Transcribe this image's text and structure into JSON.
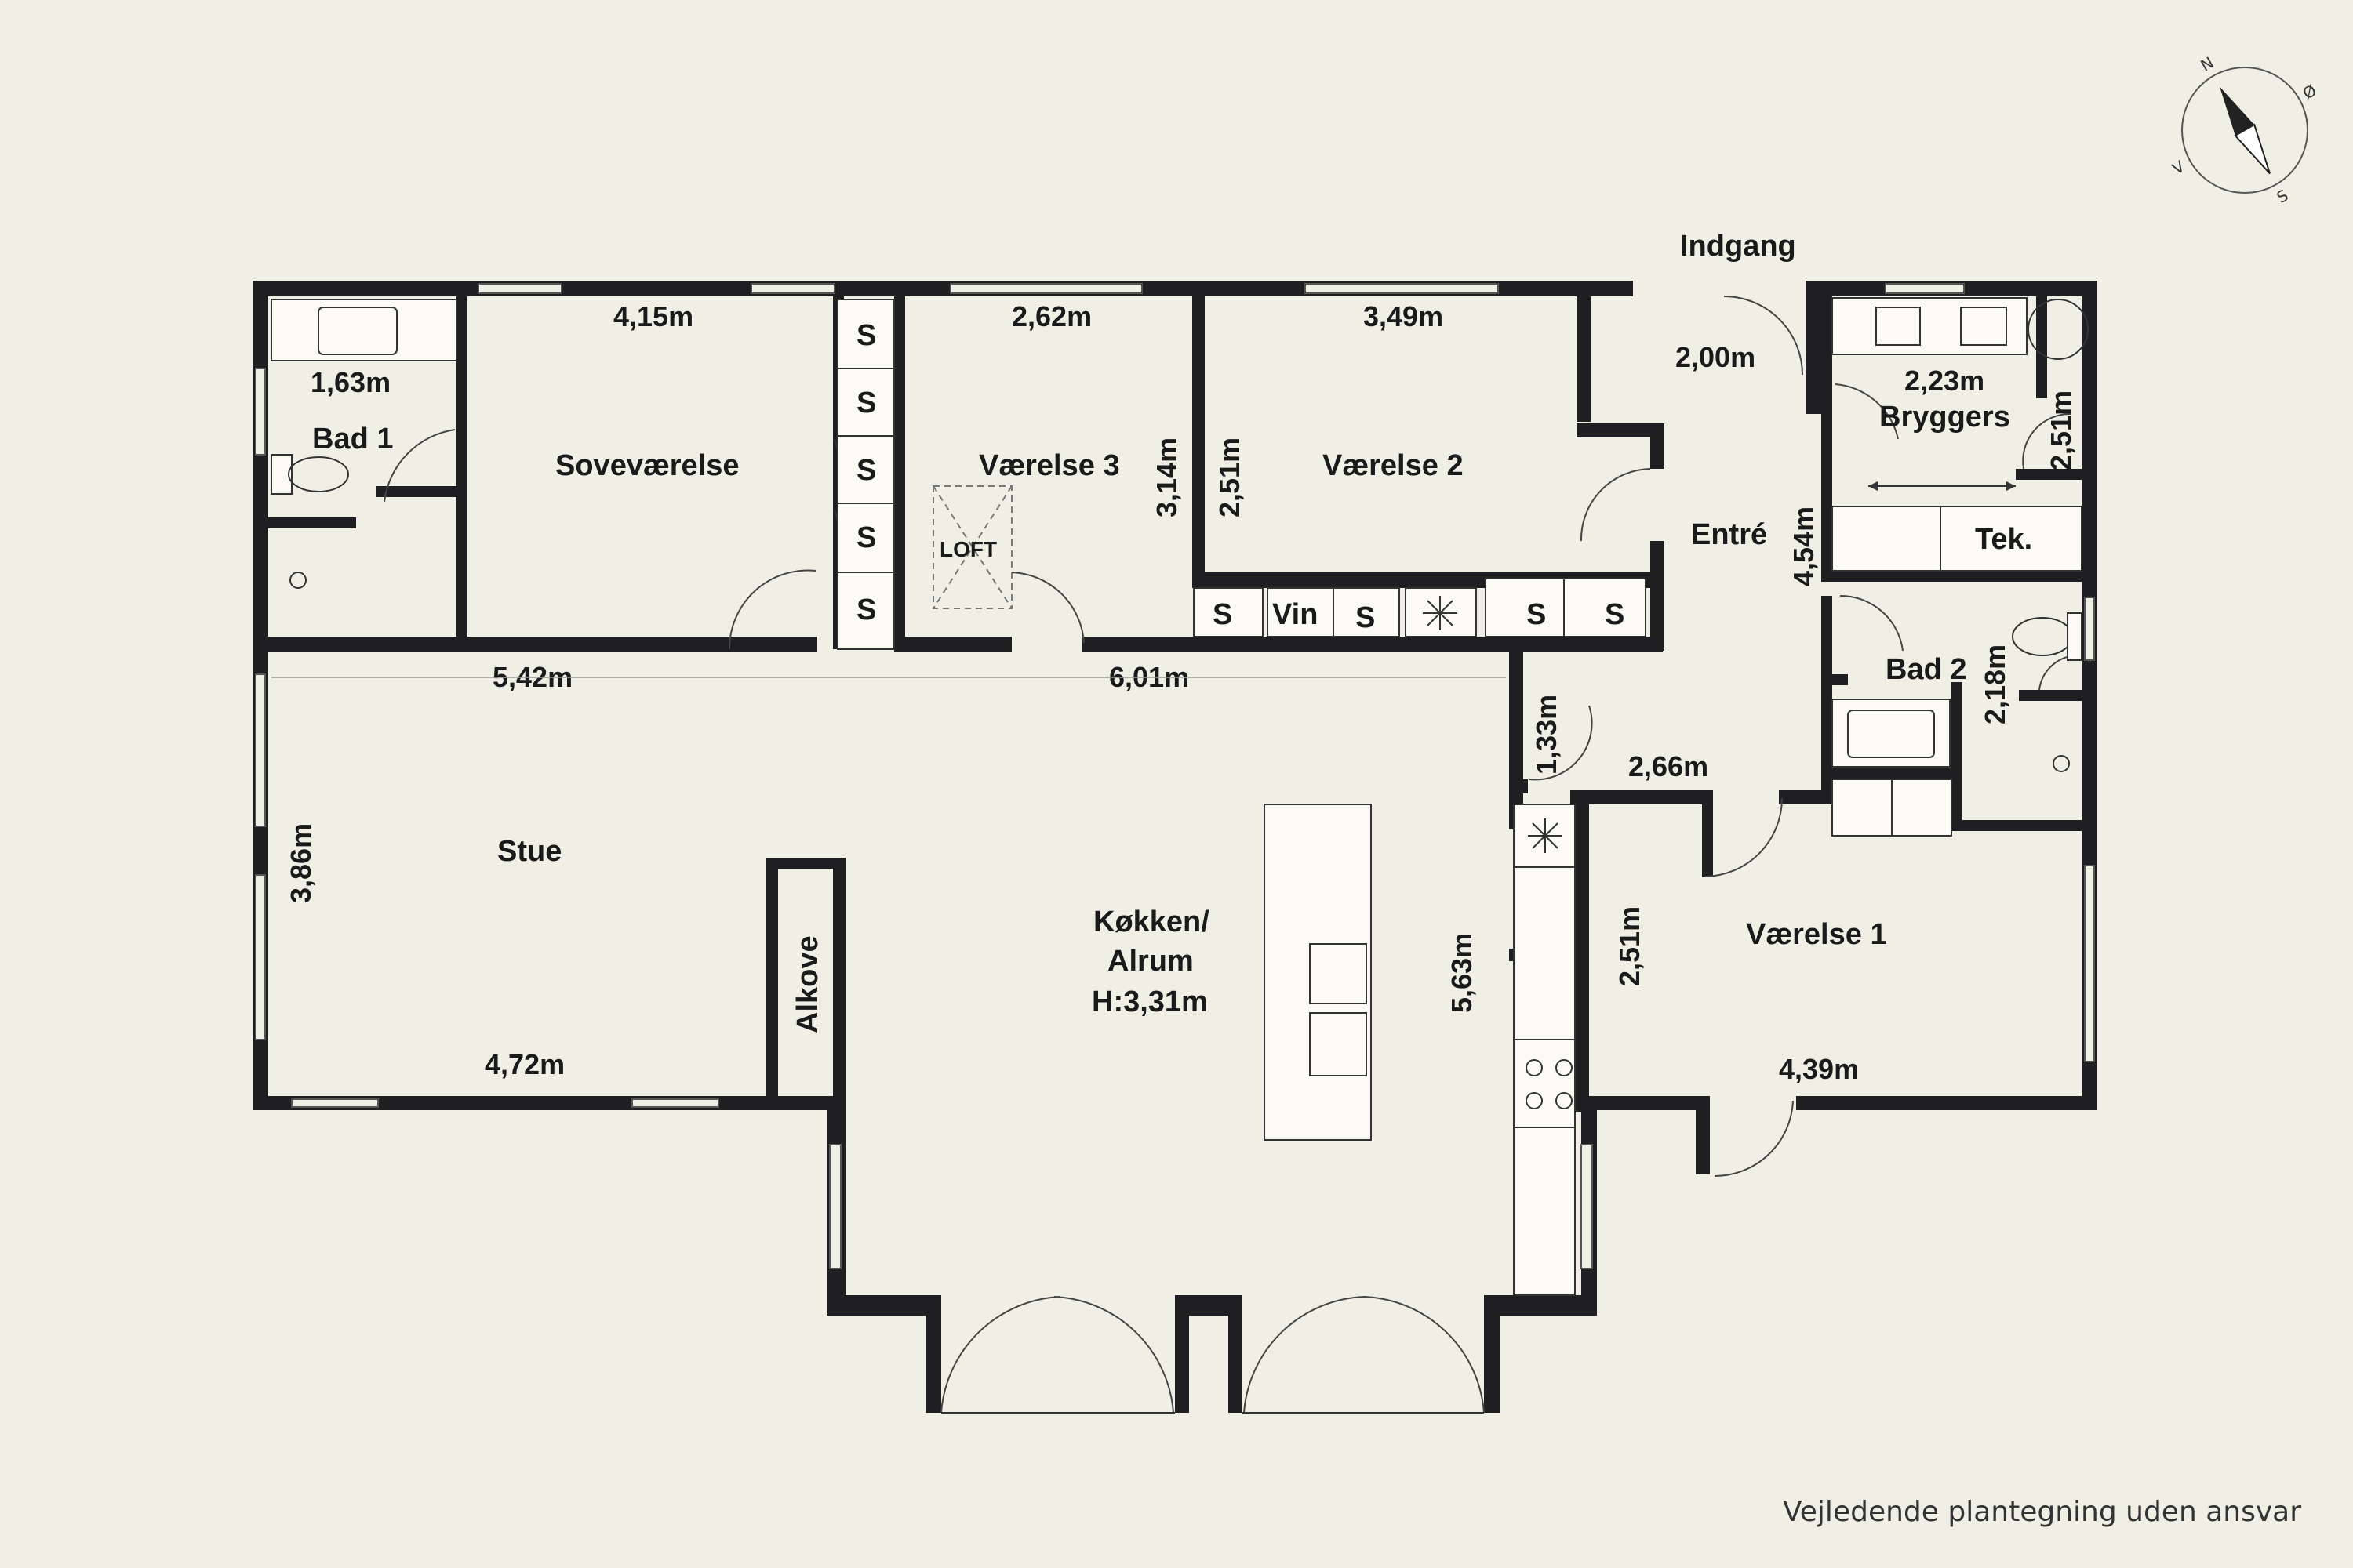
{
  "rooms": {
    "bad1": "Bad 1",
    "sovevaerelse": "Soveværelse",
    "vaerelse3": "Værelse 3",
    "vaerelse2": "Værelse 2",
    "entre": "Entré",
    "bryggers": "Bryggers",
    "tek": "Tek.",
    "bad2": "Bad 2",
    "stue": "Stue",
    "alkove": "Alkove",
    "kokken_line1": "Køkken/",
    "kokken_line2": "Alrum",
    "kokken_height": "H:3,31m",
    "vaerelse1": "Værelse 1",
    "loft": "LOFT",
    "indgang": "Indgang"
  },
  "dimensions": {
    "bad1_w": "1,63m",
    "sove_w": "4,15m",
    "v3_w": "2,62m",
    "v3_h": "3,14m",
    "v2_h": "2,51m",
    "v2_w": "3,49m",
    "entre_w": "2,00m",
    "bryggers_w": "2,23m",
    "bryggers_h": "2,51m",
    "entre_h": "4,54m",
    "bad2_h": "2,18m",
    "stue_top": "5,42m",
    "kokken_top": "6,01m",
    "hall_h": "1,33m",
    "hall_w": "2,66m",
    "stue_h": "3,86m",
    "stue_w": "4,72m",
    "kokken_h": "5,63m",
    "v1_h": "2,51m",
    "v1_w": "4,39m"
  },
  "storage": {
    "s": "S",
    "vin": "Vin"
  },
  "compass": {
    "n": "N",
    "o": "Ø",
    "s": "S",
    "v": "V"
  },
  "footer": "Vejledende plantegning uden ansvar"
}
